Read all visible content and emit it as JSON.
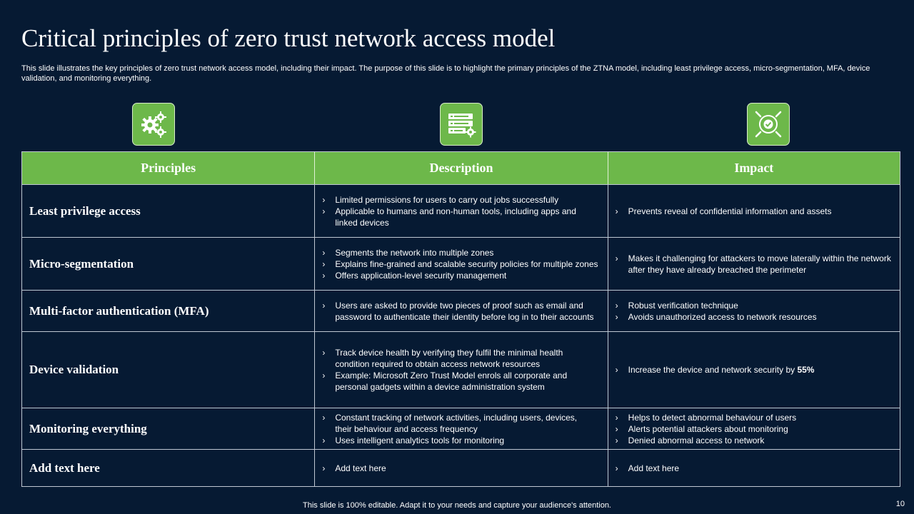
{
  "slide": {
    "title": "Critical principles of zero trust network access model",
    "subtitle": "This slide illustrates the key principles of zero trust network access model, including their impact. The purpose of this slide is to highlight the primary principles of the ZTNA model, including least privilege access, micro-segmentation, MFA, device validation, and monitoring everything.",
    "footer": "This slide is 100% editable. Adapt it to your needs and capture your audience's attention.",
    "page_number": "10",
    "accent_color": "#6db84a",
    "background_color": "#061a33"
  },
  "icons": [
    "gears-icon",
    "server-settings-icon",
    "target-check-icon"
  ],
  "table": {
    "headers": [
      "Principles",
      "Description",
      "Impact"
    ],
    "rows": [
      {
        "principle": "Least privilege access",
        "description": [
          "Limited permissions for users to carry out jobs successfully",
          "Applicable to humans and non-human tools, including apps and linked devices"
        ],
        "impact": [
          "Prevents reveal of confidential information and assets"
        ]
      },
      {
        "principle": "Micro-segmentation",
        "description": [
          "Segments the network into multiple zones",
          "Explains fine-grained and scalable security policies for multiple zones",
          "Offers application-level security management"
        ],
        "impact": [
          "Makes it challenging for attackers to move laterally within the network after they have already breached the perimeter"
        ]
      },
      {
        "principle": "Multi-factor authentication (MFA)",
        "description": [
          "Users are asked to provide two pieces of proof such as email and password to authenticate their identity before log in to their accounts"
        ],
        "impact": [
          "Robust verification technique",
          "Avoids unauthorized access to network resources"
        ]
      },
      {
        "principle": "Device validation",
        "description": [
          "Track device health by verifying they fulfil the minimal health condition required to obtain access network resources",
          "Example: Microsoft Zero Trust Model enrols all corporate and personal gadgets within a device administration system"
        ],
        "impact_prefix": "Increase the device and network security by ",
        "impact_highlight": "55%"
      },
      {
        "principle": "Monitoring everything",
        "description": [
          "Constant tracking of network activities, including users, devices, their behaviour and access frequency",
          "Uses intelligent analytics tools for monitoring"
        ],
        "impact": [
          "Helps to detect abnormal behaviour of users",
          "Alerts potential attackers about monitoring",
          "Denied abnormal access to network"
        ]
      },
      {
        "principle": "Add text here",
        "description": [
          "Add text here"
        ],
        "impact": [
          "Add text here"
        ]
      }
    ]
  }
}
